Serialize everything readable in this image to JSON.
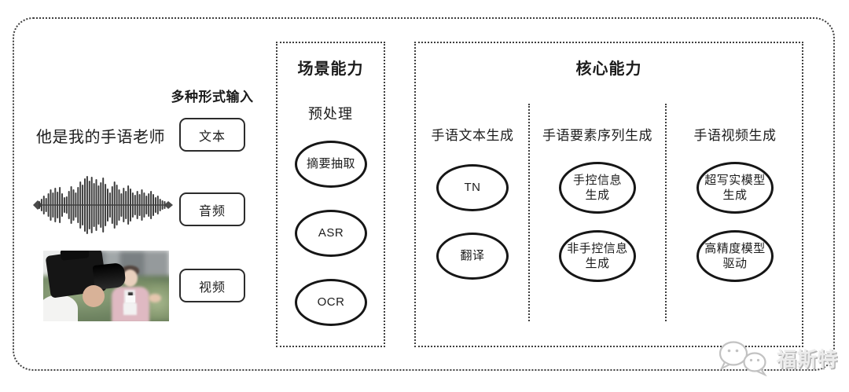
{
  "colors": {
    "background": "#ffffff",
    "frame_border": "#3f3f3f",
    "node_border": "#161616",
    "text": "#1c1c1c",
    "watermark": "#c4c4c4"
  },
  "input_section": {
    "label": "多种形式输入",
    "sentence": "他是我的手语老师",
    "text_box": "文本",
    "audio_box": "音频",
    "video_box": "视频",
    "waveform_icon": "audio-waveform",
    "video_thumbnail": "camera-filming-reporter-photo"
  },
  "scene_section": {
    "title": "场景能力",
    "subtitle": "预处理",
    "nodes": [
      {
        "label": "摘要抽取"
      },
      {
        "label": "ASR"
      },
      {
        "label": "OCR"
      }
    ]
  },
  "core_section": {
    "title": "核心能力",
    "columns": [
      {
        "header": "手语文本生成",
        "nodes": [
          {
            "label": "TN"
          },
          {
            "label": "翻译"
          }
        ]
      },
      {
        "header": "手语要素序列生成",
        "nodes": [
          {
            "label": "手控信息\n生成"
          },
          {
            "label": "非手控信息\n生成"
          }
        ]
      },
      {
        "header": "手语视频生成",
        "nodes": [
          {
            "label": "超写实模型\n生成"
          },
          {
            "label": "高精度模型\n驱动"
          }
        ]
      }
    ]
  },
  "watermark": {
    "text": "福斯特",
    "logo": "chat-bubbles-logo"
  }
}
